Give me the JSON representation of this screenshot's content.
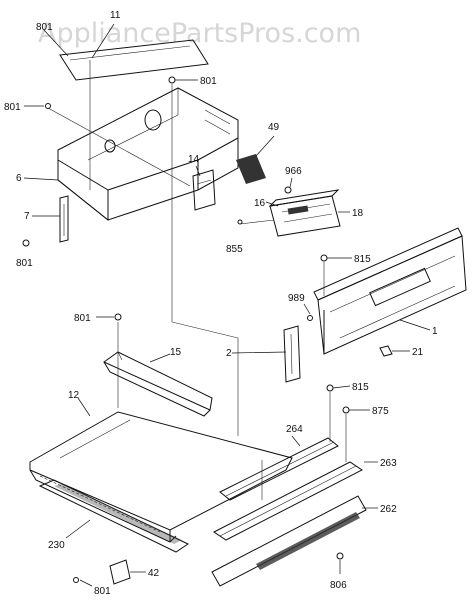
{
  "watermark": "AppliancePartsPros.com",
  "callouts": {
    "p11": "11",
    "p801_top": "801",
    "p801_upper": "801",
    "p801_left": "801",
    "p6": "6",
    "p7": "7",
    "p801_lowleft": "801",
    "p49": "49",
    "p14": "14",
    "p966": "966",
    "p16": "16",
    "p18": "18",
    "p855": "855",
    "p815_upper": "815",
    "p989": "989",
    "p1": "1",
    "p2": "2",
    "p21": "21",
    "p801_mid": "801",
    "p15": "15",
    "p12": "12",
    "p815_lower": "815",
    "p875": "875",
    "p264": "264",
    "p263": "263",
    "p262": "262",
    "p230": "230",
    "p42": "42",
    "p806": "806",
    "p801_bottom": "801"
  }
}
